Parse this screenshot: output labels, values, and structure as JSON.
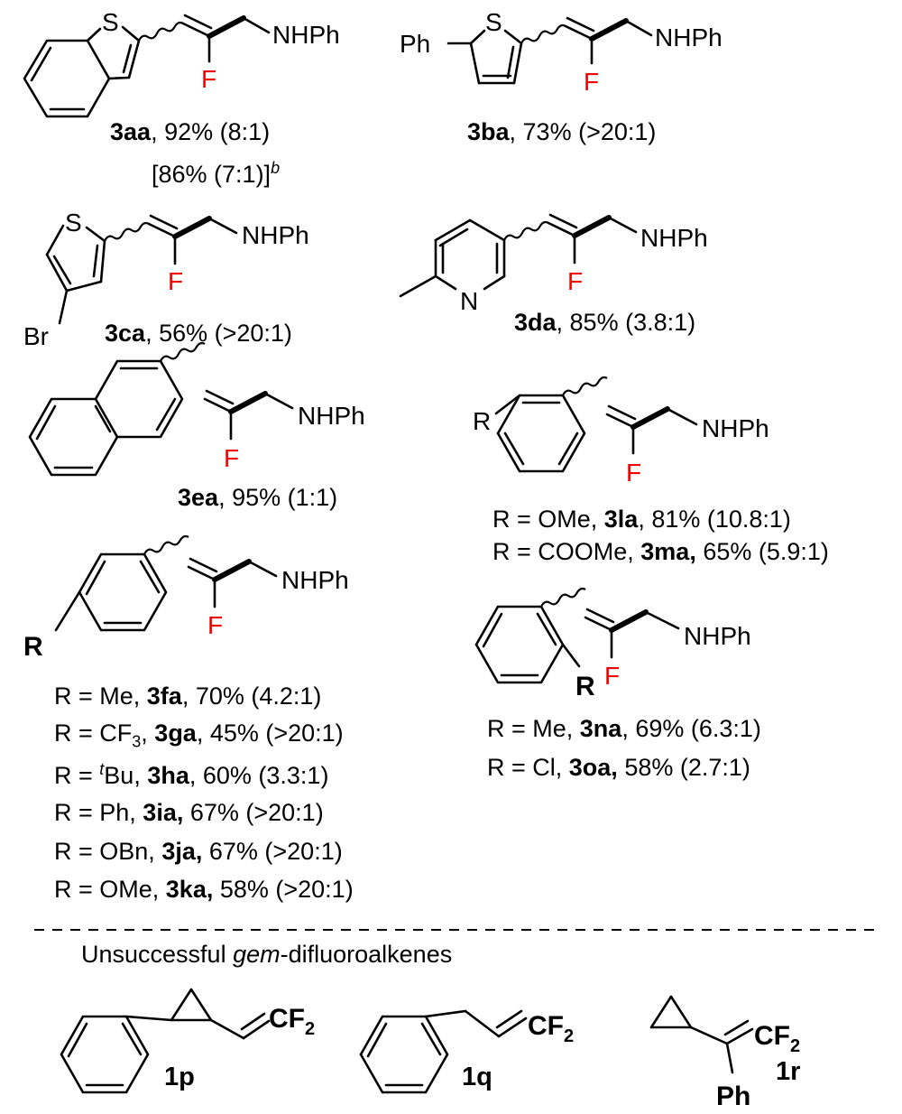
{
  "atoms": {
    "S": "S",
    "F": "F",
    "N": "N",
    "NHPh": "NHPh",
    "Ph": "Ph",
    "Br": "Br",
    "R": "R",
    "CF2_main": "CF",
    "CF2_sub": "2"
  },
  "compounds": {
    "c3aa": {
      "id": "3aa",
      "rest": ", 92% (8:1)",
      "alt_prefix": "[86% (7:1)]",
      "alt_sup": "b"
    },
    "c3ba": {
      "id": "3ba",
      "rest": ", 73% (>20:1)"
    },
    "c3ca": {
      "id": "3ca",
      "rest": ", 56% (>20:1)"
    },
    "c3da": {
      "id": "3da",
      "rest": ", 85% (3.8:1)"
    },
    "c3ea": {
      "id": "3ea",
      "rest": ", 95% (1:1)"
    }
  },
  "meta_series": [
    {
      "pre": "R = OMe, ",
      "id": "3la",
      "rest": ", 81% (10.8:1)"
    },
    {
      "pre": "R = COOMe, ",
      "id": "3ma,",
      "rest": " 65% (5.9:1)"
    }
  ],
  "para_series": [
    {
      "pre": "R = Me, ",
      "id": "3fa",
      "rest": ", 70% (4.2:1)"
    },
    {
      "pre": "R = CF",
      "sub": "3",
      "mid": ", ",
      "id": "3ga",
      "rest": ", 45% (>20:1)"
    },
    {
      "pre": "R = ",
      "sup": "t",
      "mid": "Bu, ",
      "id": "3ha",
      "rest": ", 60% (3.3:1)"
    },
    {
      "pre": "R = Ph, ",
      "id": "3ia,",
      "rest": " 67% (>20:1)"
    },
    {
      "pre": "R = OBn, ",
      "id": "3ja,",
      "rest": " 67% (>20:1)"
    },
    {
      "pre": "R = OMe, ",
      "id": "3ka,",
      "rest": " 58% (>20:1)"
    }
  ],
  "ortho_series": [
    {
      "pre": "R = Me, ",
      "id": "3na",
      "rest": ", 69% (6.3:1)"
    },
    {
      "pre": "R = Cl, ",
      "id": "3oa,",
      "rest": " 58% (2.7:1)"
    }
  ],
  "unsuccessful": {
    "pre": "Unsuccessful ",
    "em": "gem",
    "post": "-difluoroalkenes"
  },
  "failed": {
    "p": "1p",
    "q": "1q",
    "r": "1r"
  }
}
